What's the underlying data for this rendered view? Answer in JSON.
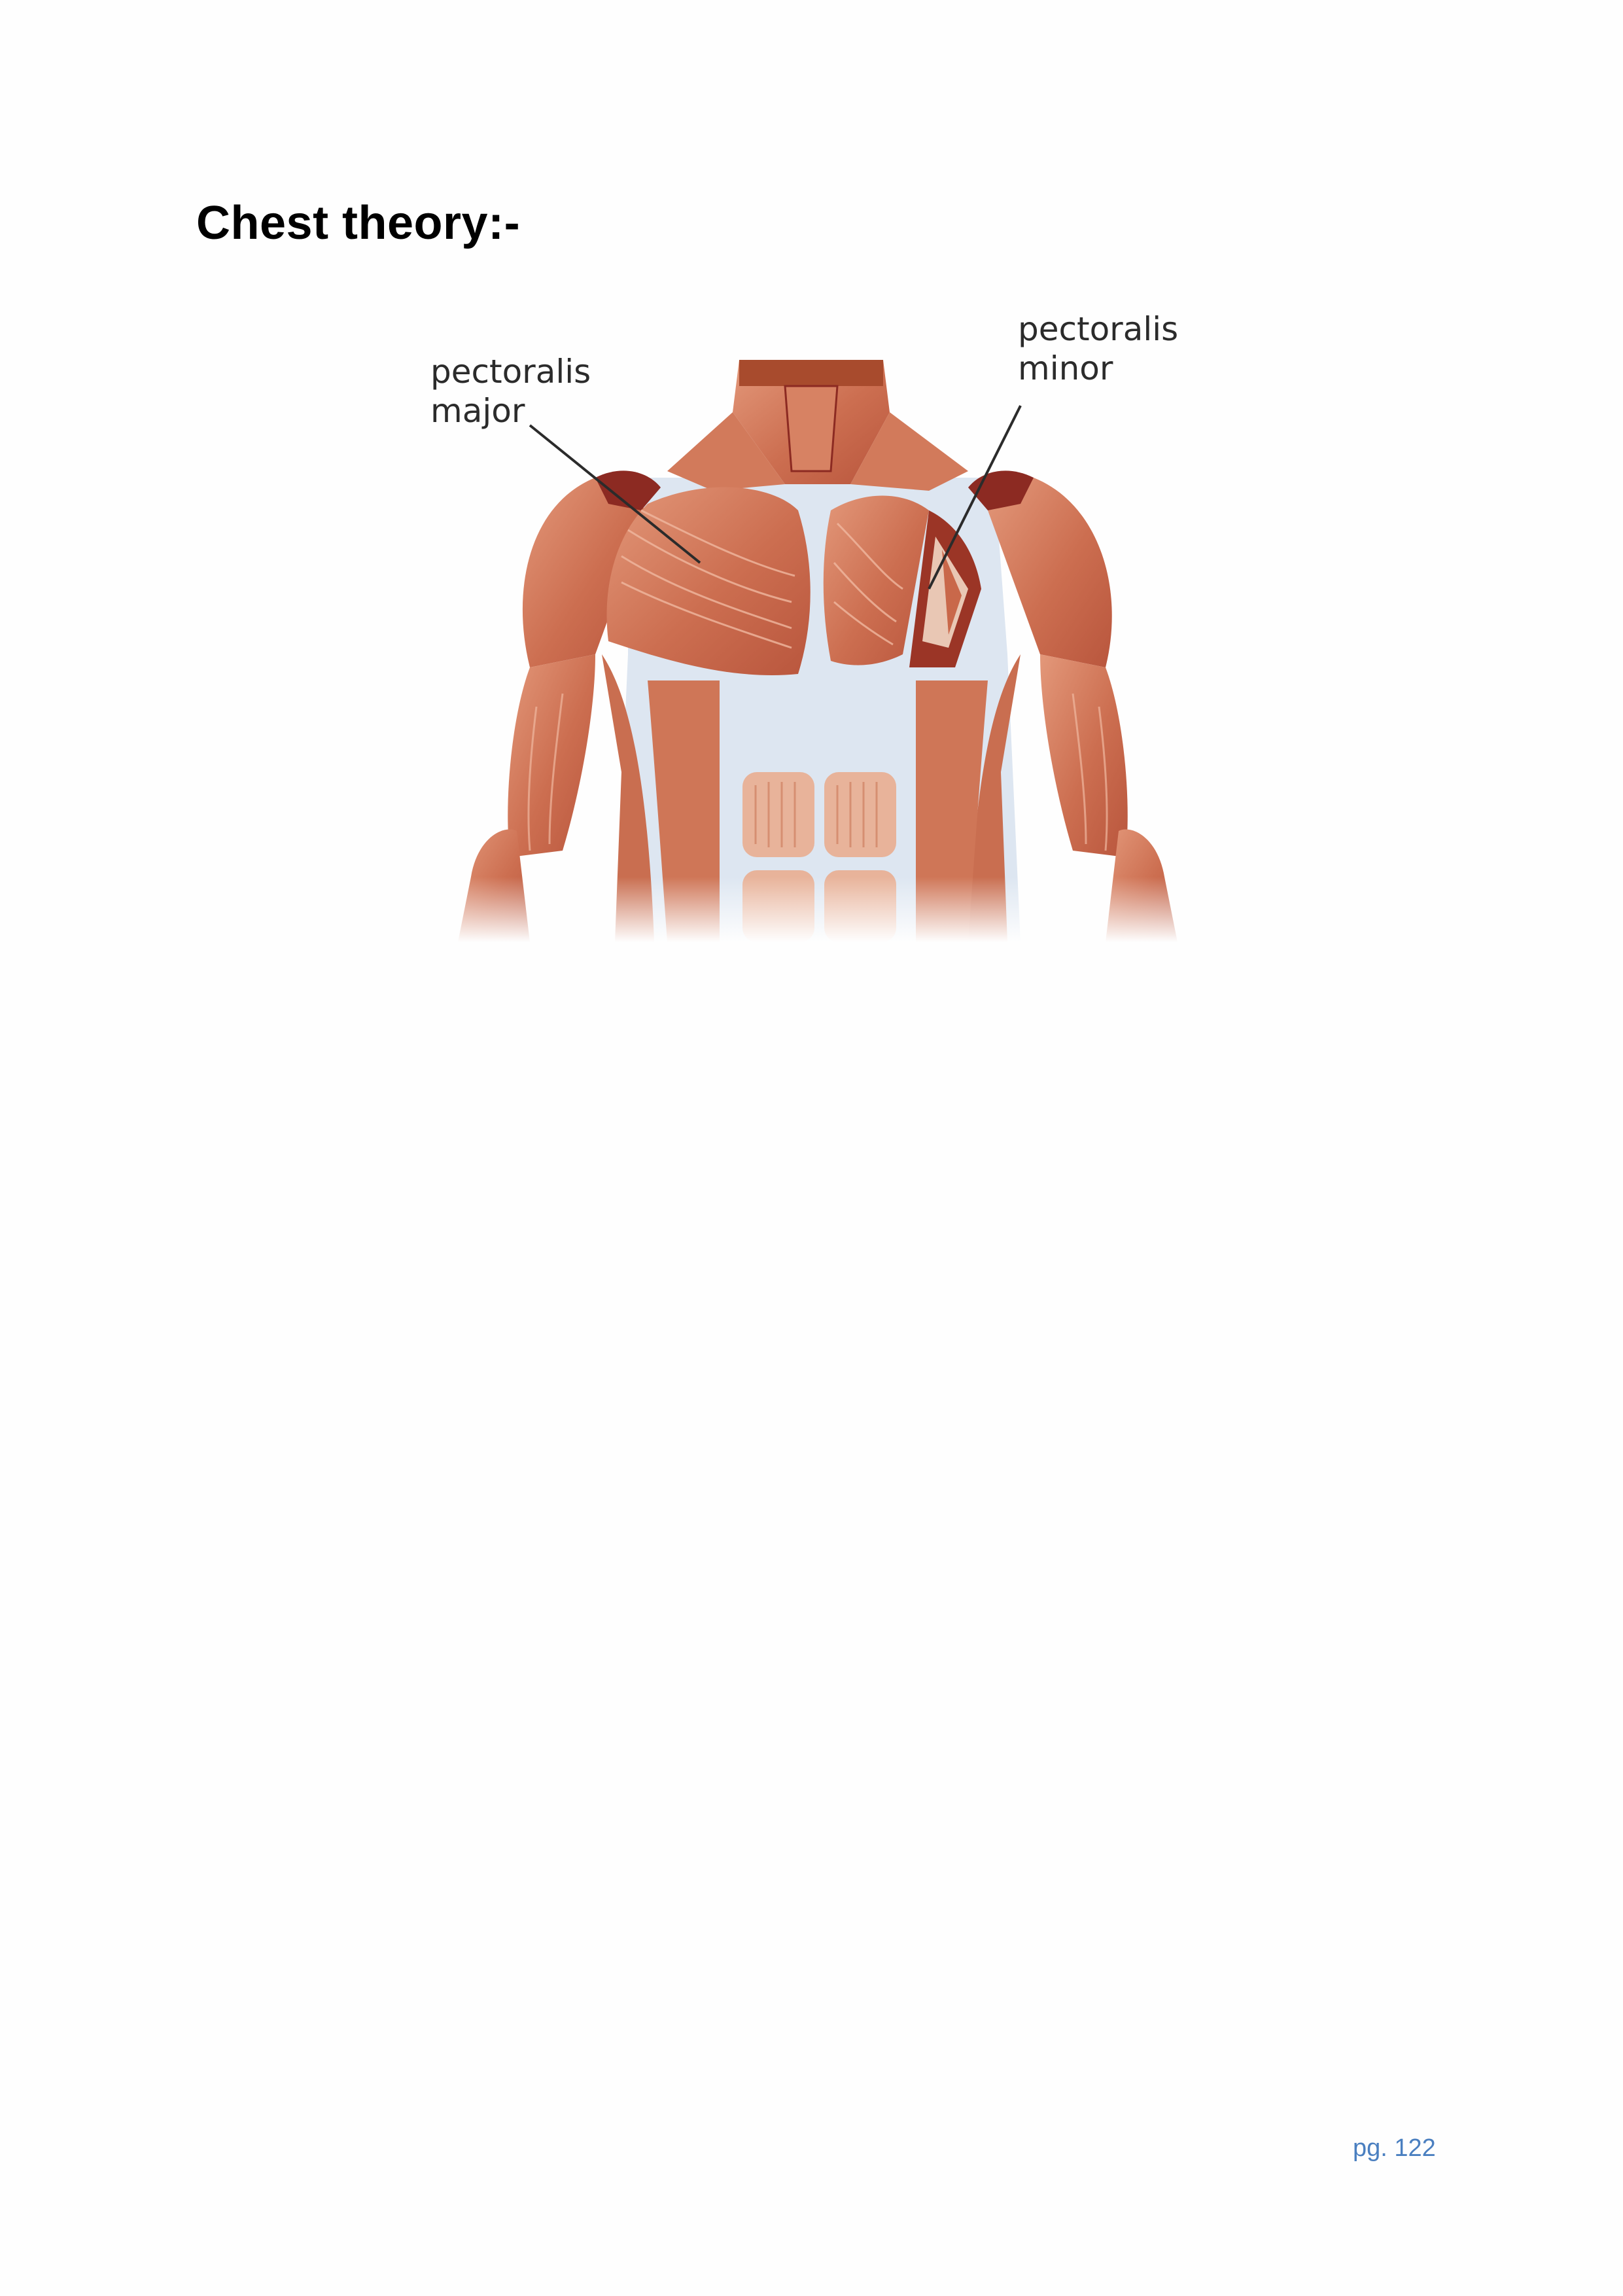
{
  "heading": "Chest theory:-",
  "figure": {
    "label_major_line1": "pectoralis",
    "label_major_line2": "major",
    "label_minor_line1": "pectoralis",
    "label_minor_line2": "minor"
  },
  "footer": {
    "page_number": "pg. 122"
  },
  "colors": {
    "muscle": "#c9684a",
    "muscle_light": "#e5a184",
    "muscle_dark": "#8c2a22",
    "fascia": "#dde6f1",
    "page_number": "#4a7fc0"
  }
}
